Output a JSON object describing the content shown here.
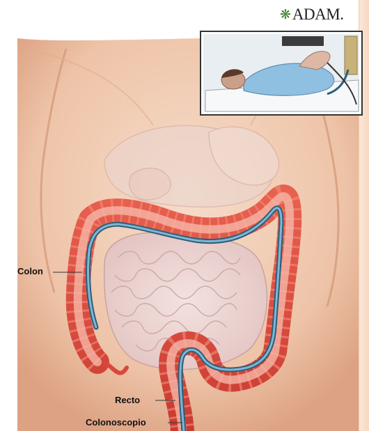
{
  "logo": {
    "icon": "leaf-star-icon",
    "text": "ADAM."
  },
  "labels": {
    "colon": "Colon",
    "rectum": "Recto",
    "colonoscope": "Colonoscopio"
  },
  "colors": {
    "skin": "#e9b898",
    "colon": "#d9463c",
    "scope": "#4a7f9c"
  }
}
